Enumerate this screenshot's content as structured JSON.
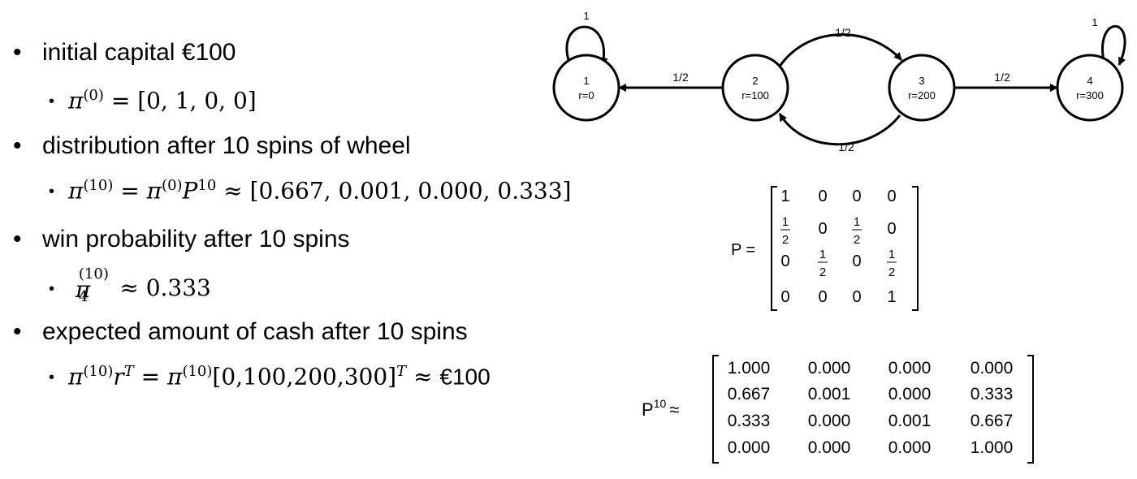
{
  "bullets": [
    {
      "text": "initial capital €100",
      "sub": "π(0) = [0, 1, 0, 0]"
    },
    {
      "text": "distribution after 10 spins of wheel",
      "sub": "π(10) = π(0)P10 ≈ [0.667, 0.001, 0.000, 0.333]"
    },
    {
      "text": "win probability after 10 spins",
      "sub": "π4(10) ≈ 0.333"
    },
    {
      "text": "expected amount of cash after 10 spins",
      "sub": "π(10)rT = π(10)[0,100,200,300]T ≈ €100"
    }
  ],
  "math": {
    "pi": "π",
    "P": "P",
    "r": "r",
    "T": "T",
    "eq": "=",
    "approx": "≈",
    "sup0": "(0)",
    "sup10": "(10)",
    "sub4": "4",
    "pow10": "10",
    "vec0": "[0, 1, 0, 0]",
    "vec10": "[0.667, 0.001, 0.000, 0.333]",
    "val333": "0.333",
    "reward": "[0,100,200,300]",
    "cash": "€100"
  },
  "diagram": {
    "states": [
      {
        "id": "1",
        "reward": "r=0"
      },
      {
        "id": "2",
        "reward": "r=100"
      },
      {
        "id": "3",
        "reward": "r=200"
      },
      {
        "id": "4",
        "reward": "r=300"
      }
    ],
    "edges": [
      {
        "from": "1",
        "to": "1",
        "label": "1"
      },
      {
        "from": "2",
        "to": "1",
        "label": "1/2"
      },
      {
        "from": "2",
        "to": "3",
        "label": "1/2"
      },
      {
        "from": "3",
        "to": "2",
        "label": "1/2"
      },
      {
        "from": "3",
        "to": "4",
        "label": "1/2"
      },
      {
        "from": "4",
        "to": "4",
        "label": "1"
      }
    ]
  },
  "matrix_P": {
    "label": "P =",
    "rows": [
      [
        "1",
        "0",
        "0",
        "0"
      ],
      [
        "1/2",
        "0",
        "1/2",
        "0"
      ],
      [
        "0",
        "1/2",
        "0",
        "1/2"
      ],
      [
        "0",
        "0",
        "0",
        "1"
      ]
    ]
  },
  "matrix_P10": {
    "label": "P",
    "power": "10",
    "approx": "≈",
    "rows": [
      [
        "1.000",
        "0.000",
        "0.000",
        "0.000"
      ],
      [
        "0.667",
        "0.001",
        "0.000",
        "0.333"
      ],
      [
        "0.333",
        "0.000",
        "0.001",
        "0.667"
      ],
      [
        "0.000",
        "0.000",
        "0.000",
        "1.000"
      ]
    ]
  }
}
